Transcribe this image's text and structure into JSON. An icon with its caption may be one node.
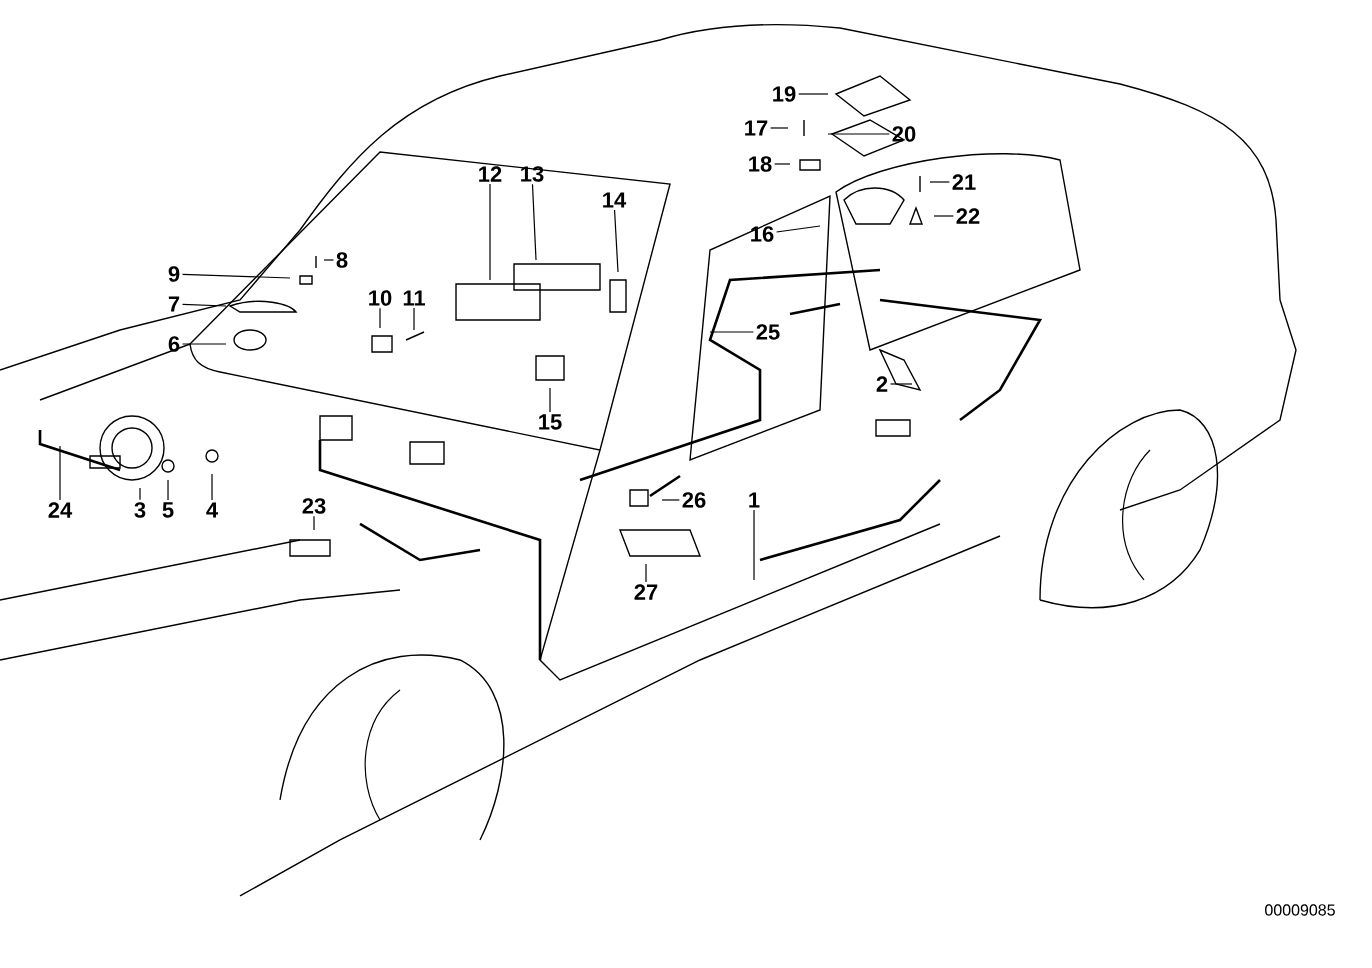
{
  "diagram": {
    "nodes": [
      {
        "text": [
          "19"
        ]
      },
      {
        "text": [
          "17"
        ]
      },
      {
        "text": [
          "20"
        ]
      },
      {
        "text": [
          "18"
        ]
      },
      {
        "text": [
          "12"
        ]
      },
      {
        "text": [
          "13"
        ]
      },
      {
        "text": [
          "21"
        ]
      },
      {
        "text": [
          "8"
        ]
      },
      {
        "text": [
          "14"
        ]
      },
      {
        "text": [
          "22"
        ]
      },
      {
        "text": [
          "16"
        ]
      },
      {
        "text": [
          "9"
        ]
      },
      {
        "text": [
          "7"
        ]
      },
      {
        "text": [
          "10"
        ]
      },
      {
        "text": [
          "11"
        ]
      },
      {
        "text": [
          "6"
        ]
      },
      {
        "text": [
          "25"
        ]
      },
      {
        "text": [
          "15"
        ]
      },
      {
        "text": [
          "2"
        ]
      },
      {
        "text": [
          "26"
        ]
      },
      {
        "text": [
          "1"
        ]
      },
      {
        "text": [
          "3"
        ]
      },
      {
        "text": [
          "5"
        ]
      },
      {
        "text": [
          "4"
        ]
      },
      {
        "text": [
          "24"
        ]
      },
      {
        "text": [
          "23"
        ]
      },
      {
        "text": [
          "27"
        ]
      }
    ],
    "edges": [
      {
        "from": 0,
        "to": null,
        "arrow": "none"
      },
      {
        "from": 1,
        "to": null,
        "arrow": "none"
      },
      {
        "from": 2,
        "to": null,
        "arrow": "none"
      },
      {
        "from": 3,
        "to": null,
        "arrow": "none"
      },
      {
        "from": 4,
        "to": null,
        "arrow": "none"
      },
      {
        "from": 5,
        "to": null,
        "arrow": "none"
      },
      {
        "from": 6,
        "to": null,
        "arrow": "none"
      },
      {
        "from": 7,
        "to": null,
        "arrow": "none"
      },
      {
        "from": 8,
        "to": null,
        "arrow": "none"
      },
      {
        "from": 9,
        "to": null,
        "arrow": "none"
      },
      {
        "from": 10,
        "to": null,
        "arrow": "none"
      },
      {
        "from": 11,
        "to": null,
        "arrow": "none"
      },
      {
        "from": 12,
        "to": null,
        "arrow": "none"
      },
      {
        "from": 13,
        "to": null,
        "arrow": "none"
      },
      {
        "from": 14,
        "to": null,
        "arrow": "none"
      },
      {
        "from": 15,
        "to": null,
        "arrow": "none"
      },
      {
        "from": 16,
        "to": null,
        "arrow": "none"
      },
      {
        "from": 17,
        "to": null,
        "arrow": "none"
      },
      {
        "from": 18,
        "to": null,
        "arrow": "none"
      },
      {
        "from": 19,
        "to": null,
        "arrow": "none"
      },
      {
        "from": 20,
        "to": null,
        "arrow": "none"
      },
      {
        "from": 21,
        "to": null,
        "arrow": "none"
      },
      {
        "from": 22,
        "to": null,
        "arrow": "none"
      },
      {
        "from": 23,
        "to": null,
        "arrow": "none"
      },
      {
        "from": 24,
        "to": null,
        "arrow": "none"
      },
      {
        "from": 25,
        "to": null,
        "arrow": "none"
      },
      {
        "from": 26,
        "to": null,
        "arrow": "none"
      }
    ],
    "labels": [
      "00009085"
    ]
  }
}
